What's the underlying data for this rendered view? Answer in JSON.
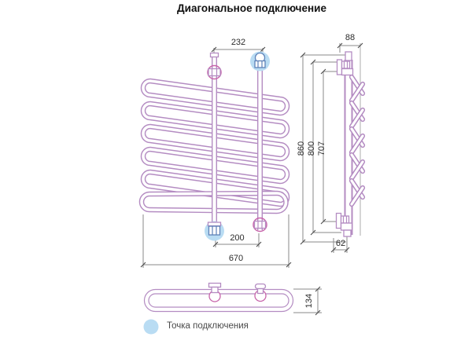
{
  "title": "Диагональное подключение",
  "legend": {
    "label": "Точка подключения",
    "marker_color": "#b9dcf3"
  },
  "views": {
    "front": "front-view-towel-rail",
    "side": "side-view-towel-rail",
    "top": "top-view-towel-rail"
  },
  "dimensions": {
    "front": {
      "top_connection_spacing": "232",
      "bottom_connection_spacing": "200",
      "total_width": "670",
      "height_total": "860",
      "height_mount": "800",
      "height_inner": "707"
    },
    "side": {
      "depth_top": "88",
      "bottom_offset": "62"
    },
    "top": {
      "depth": "134"
    }
  },
  "colors": {
    "pipe_outline": "#b48cc2",
    "valve_outline": "#c765ab",
    "connection_outline": "#5e82b8",
    "connection_point_fill": "#b9dcf3",
    "dimension_lines": "#8a8a8a",
    "dimension_text": "#2b2b2b"
  }
}
